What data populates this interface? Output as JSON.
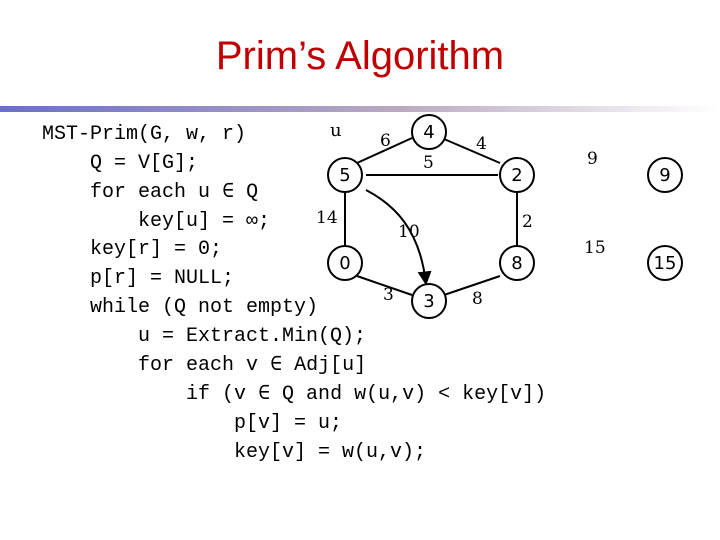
{
  "slide": {
    "title": "Prim’s Algorithm"
  },
  "code_lines": [
    "MST-Prim(G, w, r)",
    "Q = V[G];",
    "for each u ∈ Q",
    "key[u] = ∞;",
    "key[r] = 0;",
    "p[r] = NULL;",
    "while (Q not empty)",
    "u = Extract.Min(Q);",
    "for each v ∈ Adj[u]",
    "if (v ∈ Q and w(u,v) < key[v])",
    "p[v] = u;",
    "key[v] = w(u,v);"
  ],
  "graph": {
    "current_vertex_label": "u",
    "node_keys": [
      "4",
      "5",
      "2",
      "9",
      "0",
      "8",
      "15",
      "3"
    ],
    "edge_weights": [
      "6",
      "4",
      "5",
      "9",
      "14",
      "2",
      "10",
      "15",
      "3",
      "8"
    ]
  },
  "colors": {
    "title": "#c00000",
    "rule_left": "#6a6ed0",
    "rule_right": "#f2a03c",
    "node_fill": "#ffffff",
    "stroke": "#000000"
  }
}
